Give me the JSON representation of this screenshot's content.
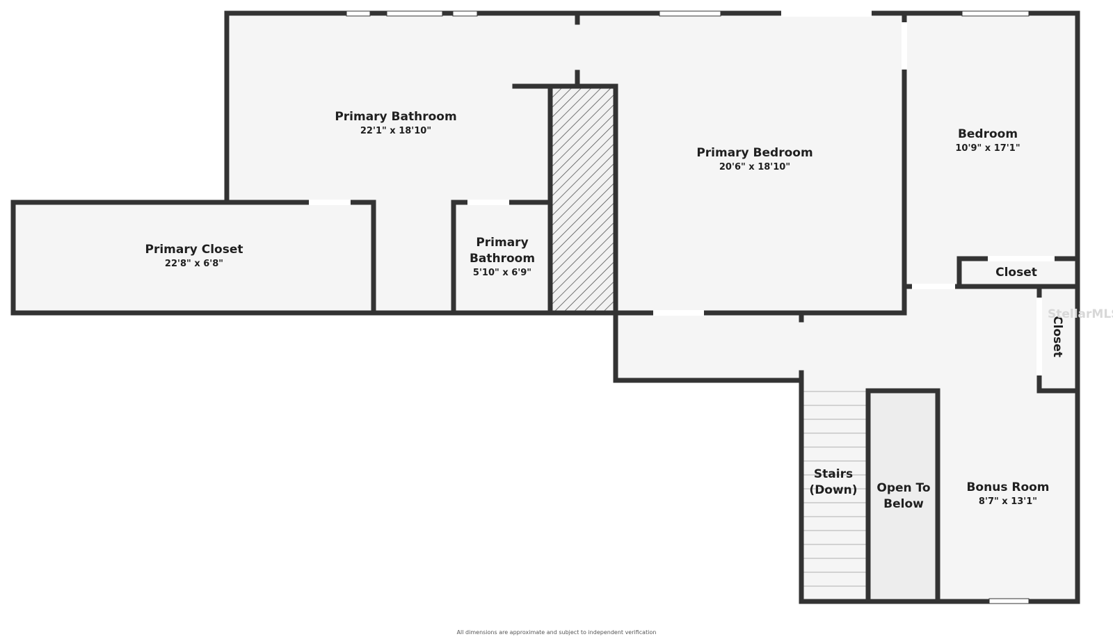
{
  "rooms": {
    "primary_bathroom": {
      "name": "Primary Bathroom",
      "dim": "22'1\" x 18'10\""
    },
    "primary_bedroom": {
      "name": "Primary Bedroom",
      "dim": "20'6\" x 18'10\""
    },
    "bedroom": {
      "name": "Bedroom",
      "dim": "10'9\" x 17'1\""
    },
    "primary_closet": {
      "name": "Primary Closet",
      "dim": "22'8\" x 6'8\""
    },
    "primary_bathroom_small": {
      "name": "Primary Bathroom",
      "dim": "5'10\" x 6'9\""
    },
    "closet_top": {
      "name": "Closet"
    },
    "closet_side": {
      "name": "Closet"
    },
    "stairs": {
      "name": "Stairs (Down)"
    },
    "open_below": {
      "name": "Open To Below"
    },
    "bonus_room": {
      "name": "Bonus Room",
      "dim": "8'7\" x 13'1\""
    }
  },
  "watermark": "StellarMLS",
  "footer": "All dimensions are approximate and subject to independent verification",
  "colors": {
    "wall": "#333333",
    "floor": "#f5f5f5",
    "open_below": "#ededed",
    "window": "#ffffff"
  }
}
